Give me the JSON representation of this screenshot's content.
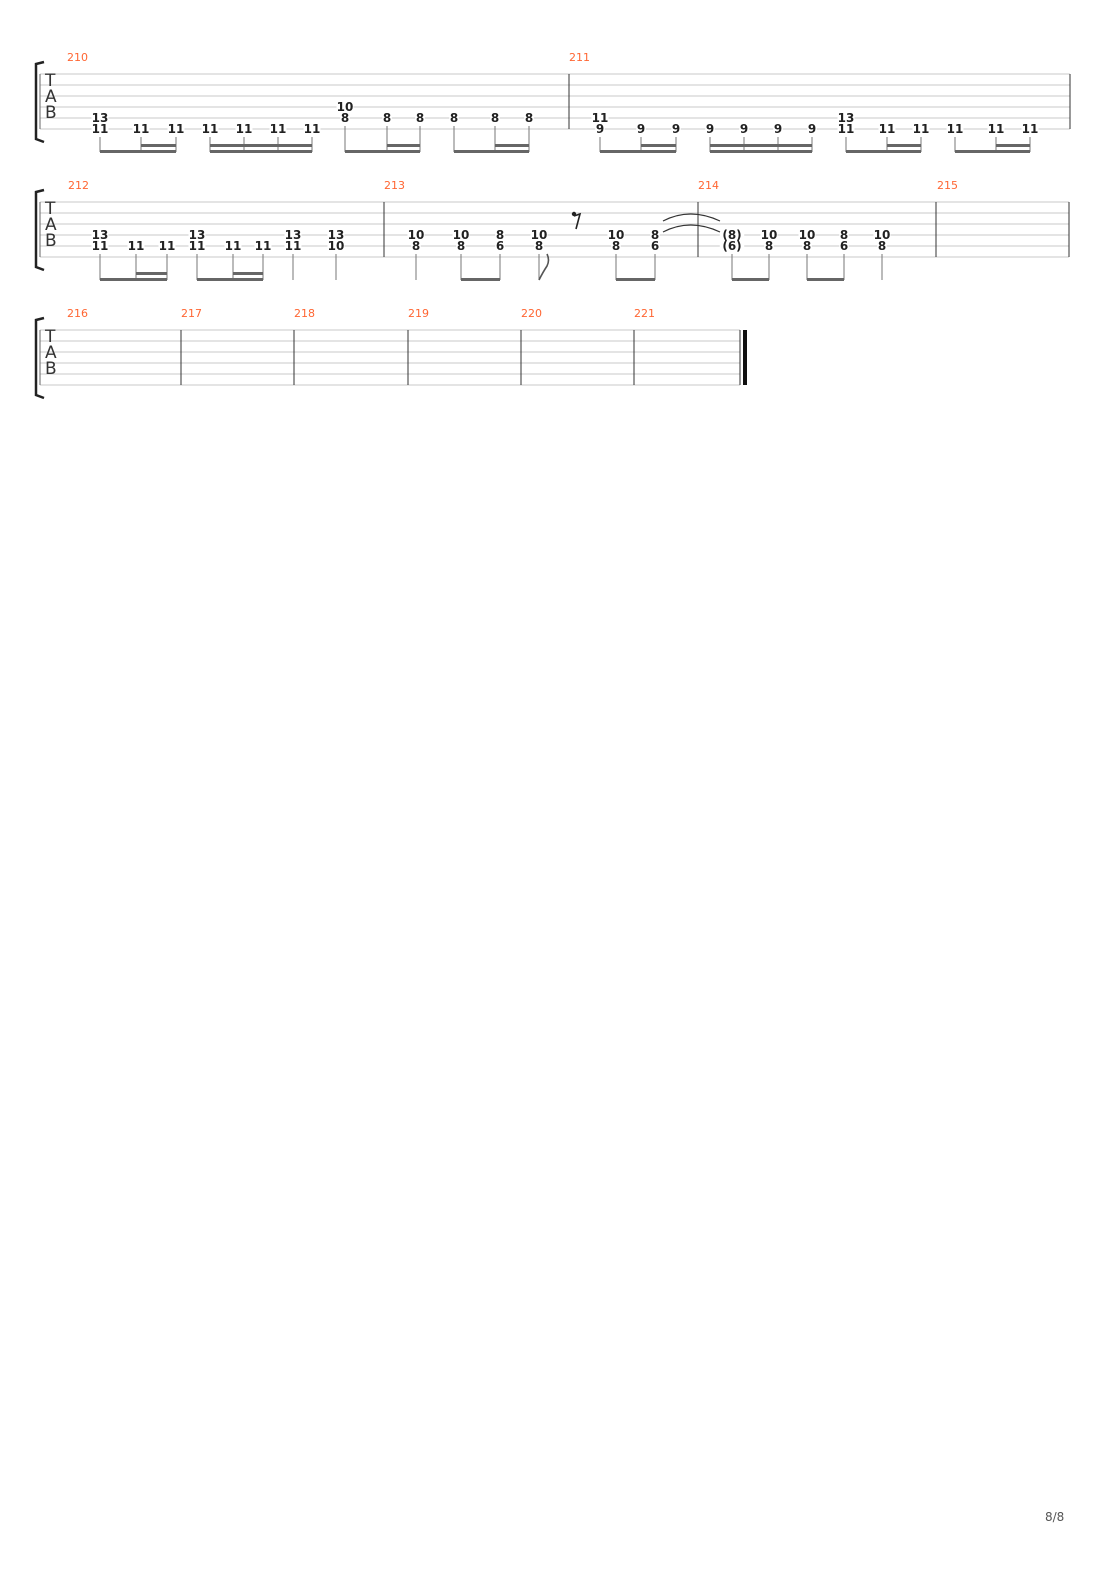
{
  "colors": {
    "measure_number": "#ff6633",
    "staff_line": "#c8c8c8",
    "barline": "#333333",
    "beam": "#666666"
  },
  "tab_clef": [
    "T",
    "A",
    "B"
  ],
  "page_number": "8/8",
  "measures": [
    {
      "number": "210",
      "beats": [
        [
          {
            "s": 5,
            "f": "13"
          },
          {
            "s": 6,
            "f": "11"
          }
        ],
        [
          {
            "s": 6,
            "f": "11"
          }
        ],
        [
          {
            "s": 6,
            "f": "11"
          }
        ],
        [
          {
            "s": 6,
            "f": "11"
          }
        ],
        [
          {
            "s": 6,
            "f": "11"
          }
        ],
        [
          {
            "s": 6,
            "f": "11"
          }
        ],
        [
          {
            "s": 6,
            "f": "11"
          }
        ],
        [
          {
            "s": 4,
            "f": "10"
          },
          {
            "s": 5,
            "f": "8"
          }
        ],
        [
          {
            "s": 5,
            "f": "8"
          }
        ],
        [
          {
            "s": 5,
            "f": "8"
          }
        ],
        [
          {
            "s": 5,
            "f": "8"
          }
        ],
        [
          {
            "s": 5,
            "f": "8"
          }
        ],
        [
          {
            "s": 5,
            "f": "8"
          }
        ]
      ]
    },
    {
      "number": "211",
      "beats": [
        [
          {
            "s": 5,
            "f": "11"
          },
          {
            "s": 6,
            "f": "9"
          }
        ],
        [
          {
            "s": 6,
            "f": "9"
          }
        ],
        [
          {
            "s": 6,
            "f": "9"
          }
        ],
        [
          {
            "s": 6,
            "f": "9"
          }
        ],
        [
          {
            "s": 6,
            "f": "9"
          }
        ],
        [
          {
            "s": 6,
            "f": "9"
          }
        ],
        [
          {
            "s": 6,
            "f": "9"
          }
        ],
        [
          {
            "s": 5,
            "f": "13"
          },
          {
            "s": 6,
            "f": "11"
          }
        ],
        [
          {
            "s": 6,
            "f": "11"
          }
        ],
        [
          {
            "s": 6,
            "f": "11"
          }
        ],
        [
          {
            "s": 6,
            "f": "11"
          }
        ],
        [
          {
            "s": 6,
            "f": "11"
          }
        ],
        [
          {
            "s": 6,
            "f": "11"
          }
        ]
      ]
    },
    {
      "number": "212",
      "beats": [
        [
          {
            "s": 4,
            "f": "13"
          },
          {
            "s": 5,
            "f": "11"
          }
        ],
        [
          {
            "s": 5,
            "f": "11"
          }
        ],
        [
          {
            "s": 5,
            "f": "11"
          }
        ],
        [
          {
            "s": 4,
            "f": "13"
          },
          {
            "s": 5,
            "f": "11"
          }
        ],
        [
          {
            "s": 5,
            "f": "11"
          }
        ],
        [
          {
            "s": 5,
            "f": "11"
          }
        ],
        [
          {
            "s": 4,
            "f": "13"
          },
          {
            "s": 5,
            "f": "11"
          }
        ],
        [
          {
            "s": 4,
            "f": "13"
          },
          {
            "s": 5,
            "f": "10"
          }
        ]
      ]
    },
    {
      "number": "213",
      "beats": [
        [
          {
            "s": 4,
            "f": "10"
          },
          {
            "s": 5,
            "f": "8"
          }
        ],
        [
          {
            "s": 4,
            "f": "10"
          },
          {
            "s": 5,
            "f": "8"
          }
        ],
        [
          {
            "s": 4,
            "f": "8"
          },
          {
            "s": 5,
            "f": "6"
          }
        ],
        [
          {
            "s": 4,
            "f": "10"
          },
          {
            "s": 5,
            "f": "8"
          }
        ],
        "rest",
        [
          {
            "s": 4,
            "f": "10"
          },
          {
            "s": 5,
            "f": "8"
          }
        ],
        [
          {
            "s": 4,
            "f": "8"
          },
          {
            "s": 5,
            "f": "6"
          }
        ]
      ]
    },
    {
      "number": "214",
      "beats": [
        [
          {
            "s": 4,
            "f": "(8)"
          },
          {
            "s": 5,
            "f": "(6)"
          }
        ],
        [
          {
            "s": 4,
            "f": "10"
          },
          {
            "s": 5,
            "f": "8"
          }
        ],
        [
          {
            "s": 4,
            "f": "10"
          },
          {
            "s": 5,
            "f": "8"
          }
        ],
        [
          {
            "s": 4,
            "f": "8"
          },
          {
            "s": 5,
            "f": "6"
          }
        ],
        [
          {
            "s": 4,
            "f": "10"
          },
          {
            "s": 5,
            "f": "8"
          }
        ]
      ]
    },
    {
      "number": "215",
      "beats": []
    },
    {
      "number": "216",
      "beats": []
    },
    {
      "number": "217",
      "beats": []
    },
    {
      "number": "218",
      "beats": []
    },
    {
      "number": "219",
      "beats": []
    },
    {
      "number": "220",
      "beats": []
    },
    {
      "number": "221",
      "beats": []
    }
  ]
}
